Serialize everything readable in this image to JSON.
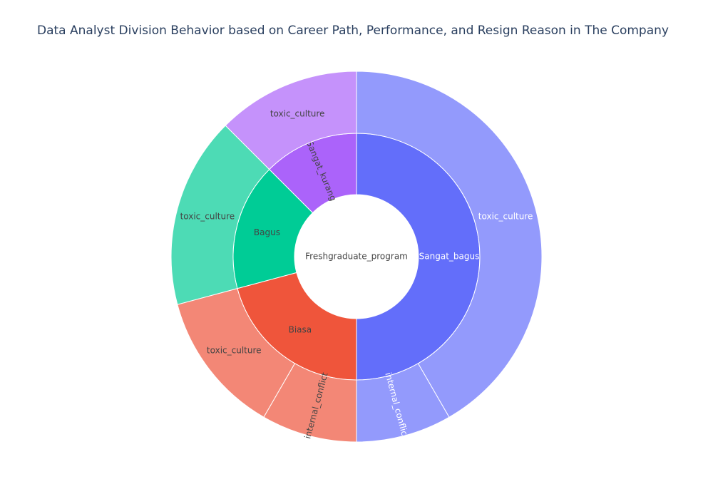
{
  "chart_data": {
    "type": "sunburst",
    "title": "Data Analyst Division Behavior based on Career Path, Performance, and Resign Reason in The Company",
    "root": {
      "label": "Freshgraduate_program",
      "value": 6
    },
    "levels": [
      {
        "label": "Sangat_bagus",
        "value": 3,
        "color": "#636efa",
        "children": [
          {
            "label": "internal_conflict",
            "value": 0.5,
            "color": "#939afc"
          },
          {
            "label": "toxic_culture",
            "value": 2.5,
            "color": "#939afc"
          }
        ]
      },
      {
        "label": "Sangat_kurang",
        "value": 0.75,
        "color": "#ab63fa",
        "children": [
          {
            "label": "toxic_culture",
            "value": 0.75,
            "color": "#c592fb"
          }
        ]
      },
      {
        "label": "Bagus",
        "value": 1,
        "color": "#00cc96",
        "children": [
          {
            "label": "toxic_culture",
            "value": 1,
            "color": "#4ddbb5"
          }
        ]
      },
      {
        "label": "Biasa",
        "value": 1.25,
        "color": "#ef553b",
        "children": [
          {
            "label": "toxic_culture",
            "value": 0.75,
            "color": "#f38776"
          },
          {
            "label": "internal_conflict",
            "value": 0.5,
            "color": "#f38776"
          }
        ]
      }
    ],
    "colors": {
      "root": "#ffffff",
      "text_dark": "#444444",
      "text_light": "#ffffff"
    }
  }
}
